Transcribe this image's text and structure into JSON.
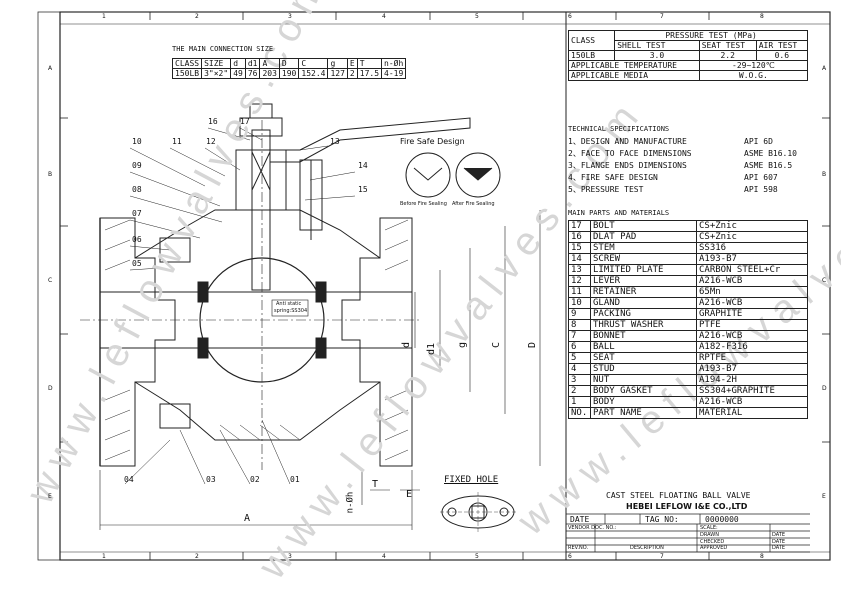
{
  "watermark": "www.leflowvalves.com",
  "zone_cols": [
    "1",
    "2",
    "3",
    "4",
    "5",
    "6",
    "7",
    "8"
  ],
  "zone_rows": [
    "A",
    "B",
    "C",
    "D",
    "E"
  ],
  "connection": {
    "title": "THE MAIN CONNECTION SIZE",
    "headers": [
      "CLASS",
      "SIZE",
      "d",
      "d1",
      "A",
      "D",
      "C",
      "g",
      "E",
      "T",
      "n-Øh"
    ],
    "row": [
      "150LB",
      "3\"×2\"",
      "49",
      "76",
      "203",
      "190",
      "152.4",
      "127",
      "2",
      "17.5",
      "4-19"
    ]
  },
  "pressure": {
    "class_label": "CLASS",
    "title": "PRESSURE TEST (MPa)",
    "cols": [
      "SHELL TEST",
      "SEAT TEST",
      "AIR TEST"
    ],
    "row": [
      "150LB",
      "3.0",
      "2.2",
      "0.6"
    ],
    "temp_label": "APPLICABLE TEMPERATURE",
    "temp_value": "-29~120℃",
    "media_label": "APPLICABLE MEDIA",
    "media_value": "W.O.G."
  },
  "tech": {
    "title": "TECHNICAL SPECIFICATIONS",
    "items": [
      {
        "label": "1、DESIGN AND MANUFACTURE",
        "value": "API 6D"
      },
      {
        "label": "2、FACE TO FACE DIMENSIONS",
        "value": "ASME B16.10"
      },
      {
        "label": "3、FLANGE ENDS DIMENSIONS",
        "value": "ASME B16.5"
      },
      {
        "label": "4、FIRE SAFE DESIGN",
        "value": "API 607"
      },
      {
        "label": "5、PRESSURE TEST",
        "value": "API 598"
      }
    ]
  },
  "parts": {
    "title": "MAIN PARTS AND MATERIALS",
    "rows": [
      [
        "17",
        "BOLT",
        "CS+Znic"
      ],
      [
        "16",
        "DLAT PAD",
        "CS+Znic"
      ],
      [
        "15",
        "STEM",
        "SS316"
      ],
      [
        "14",
        "SCREW",
        "A193-B7"
      ],
      [
        "13",
        "LIMITED PLATE",
        "CARBON STEEL+Cr"
      ],
      [
        "12",
        "LEVER",
        "A216-WCB"
      ],
      [
        "11",
        "RETAINER",
        "65Mn"
      ],
      [
        "10",
        "GLAND",
        "A216-WCB"
      ],
      [
        "9",
        "PACKING",
        "GRAPHITE"
      ],
      [
        "8",
        "THRUST WASHER",
        "PTFE"
      ],
      [
        "7",
        "BONNET",
        "A216-WCB"
      ],
      [
        "6",
        "BALL",
        "A182-F316"
      ],
      [
        "5",
        "SEAT",
        "RPTFE"
      ],
      [
        "4",
        "STUD",
        "A193-B7"
      ],
      [
        "3",
        "NUT",
        "A194-2H"
      ],
      [
        "2",
        "BODY GASKET",
        "SS304+GRAPHITE"
      ],
      [
        "1",
        "BODY",
        "A216-WCB"
      ]
    ],
    "header": [
      "NO.",
      "PART NAME",
      "MATERIAL"
    ]
  },
  "title_block": {
    "product": "CAST STEEL FLOATING BALL VALVE",
    "company": "HEBEI LEFLOW I&E CO.,LTD",
    "date_label": "DATE",
    "tag_label": "TAG NO:",
    "tag_value": "0000000",
    "vendor_label": "VENDOR DOC. NO.:",
    "scale_label": "SCALE:",
    "drawn": "DRAWN",
    "checked": "CHECKED",
    "approved": "APPROVED",
    "date": "DATE",
    "rev": "REV.NO.",
    "description": "DESCRIPTION"
  },
  "drawing": {
    "fire_safe": "Fire Safe Design",
    "before": "Before Fire Sealing",
    "after": "After Fire Sealing",
    "anti_static": [
      "Anti static",
      "spring:SS304"
    ],
    "fixed_hole": "FIXED HOLE",
    "callouts_top": [
      "16",
      "17",
      "10",
      "11",
      "12",
      "13",
      "09",
      "14",
      "08",
      "15",
      "07",
      "06",
      "05"
    ],
    "callouts_bottom": [
      "04",
      "03",
      "02",
      "01"
    ],
    "dims": [
      "d",
      "d1",
      "g",
      "C",
      "D",
      "A",
      "n-Øh",
      "T",
      "E"
    ]
  }
}
